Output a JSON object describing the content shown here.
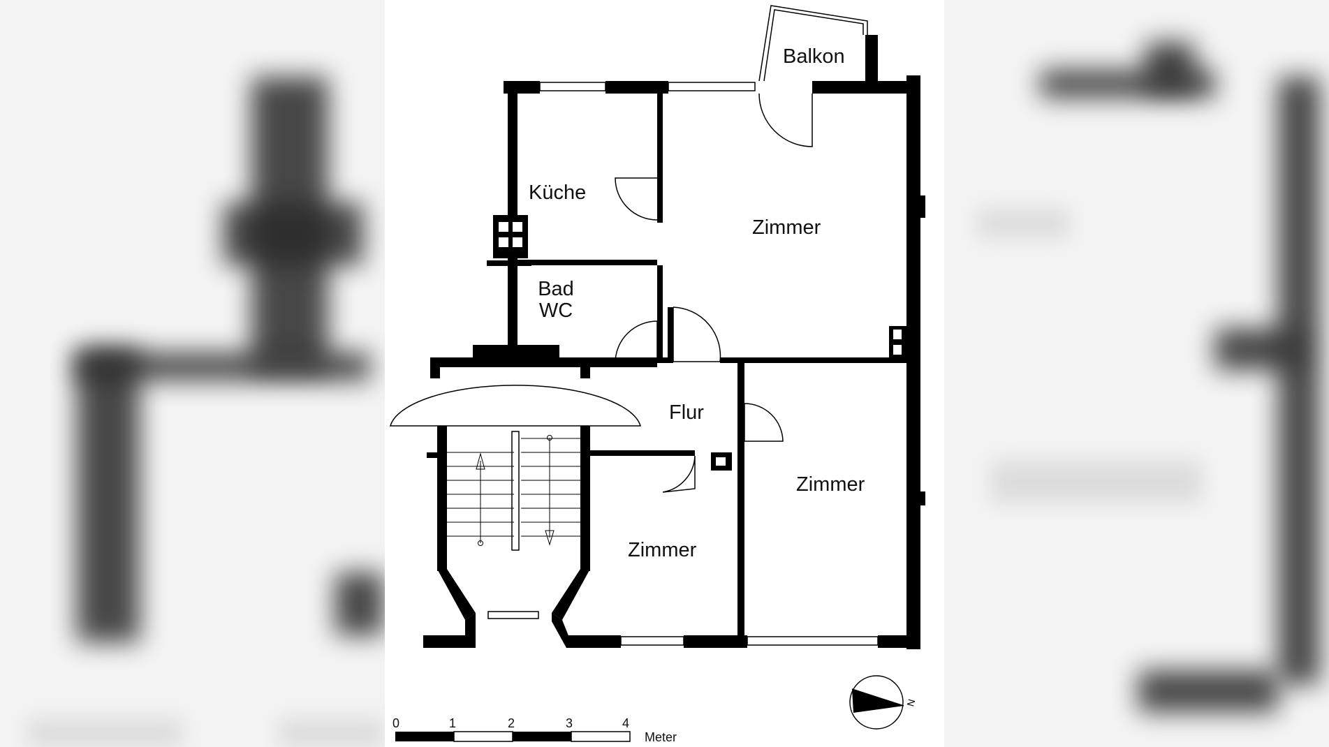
{
  "rooms": {
    "balkon": "Balkon",
    "kueche": "Küche",
    "zimmer_large": "Zimmer",
    "bad_line1": "Bad",
    "bad_line2": "WC",
    "flur": "Flur",
    "zimmer_right": "Zimmer",
    "zimmer_small": "Zimmer"
  },
  "scale": {
    "ticks": [
      "0",
      "1",
      "2",
      "3",
      "4"
    ],
    "unit": "Meter"
  },
  "compass": {
    "north_letter": "N"
  },
  "colors": {
    "wall": "#000000",
    "background": "#ffffff"
  }
}
